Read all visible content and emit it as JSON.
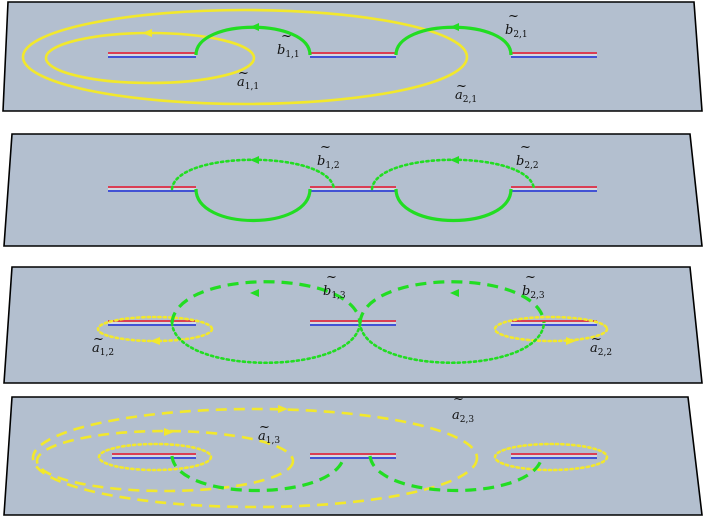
{
  "labels": {
    "b11": {
      "base": "b",
      "sub": "1,1"
    },
    "b21": {
      "base": "b",
      "sub": "2,1"
    },
    "a11": {
      "base": "a",
      "sub": "1,1"
    },
    "a21": {
      "base": "a",
      "sub": "2,1"
    },
    "b12": {
      "base": "b",
      "sub": "1,2"
    },
    "b22": {
      "base": "b",
      "sub": "2,2"
    },
    "b13": {
      "base": "b",
      "sub": "1,3"
    },
    "b23": {
      "base": "b",
      "sub": "2,3"
    },
    "a12": {
      "base": "a",
      "sub": "1,2"
    },
    "a22": {
      "base": "a",
      "sub": "2,2"
    },
    "a13": {
      "base": "a",
      "sub": "1,3"
    },
    "a23": {
      "base": "a",
      "sub": "2,3"
    }
  },
  "colors": {
    "sheet": "#b3bfcf",
    "a_cycle": "#f2e82c",
    "b_cycle": "#22dd22",
    "cut_top": "#e8142b",
    "cut_bottom": "#1d2fd6"
  },
  "tilde": "~"
}
